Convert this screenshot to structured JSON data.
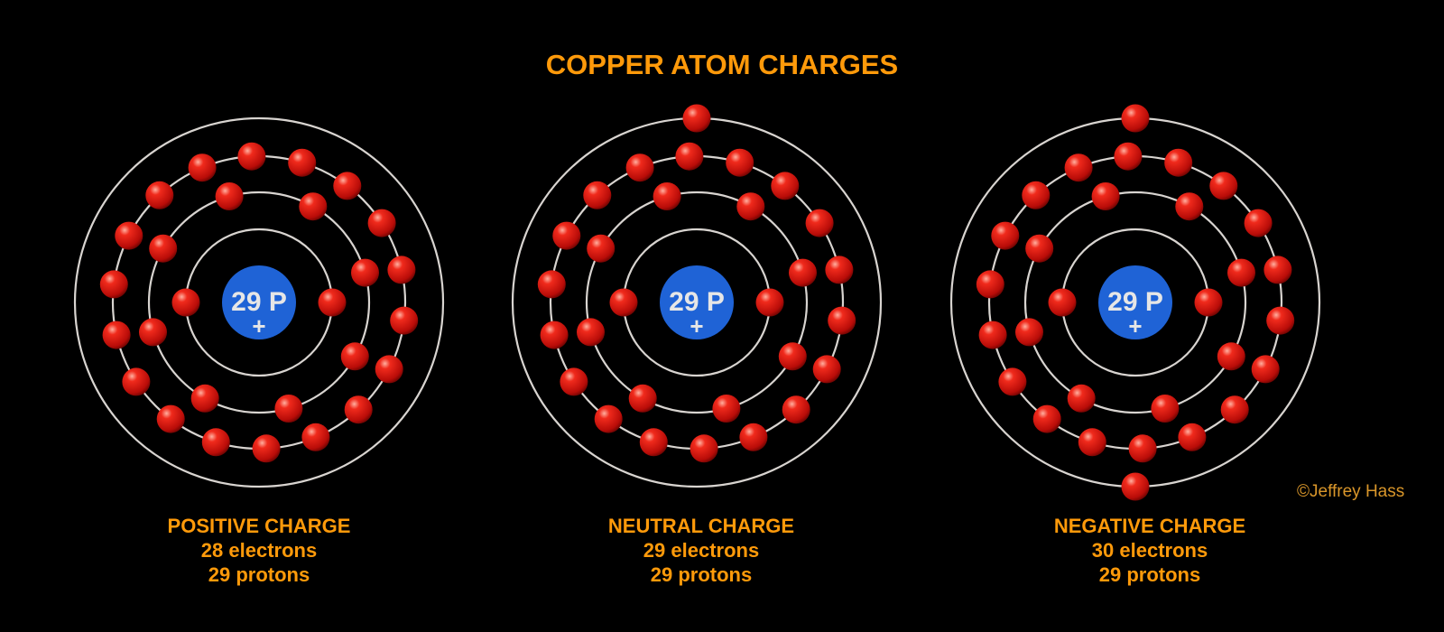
{
  "title": "COPPER ATOM CHARGES",
  "copyright": "©Jeffrey Hass",
  "colors": {
    "accent": "#ff9a0a",
    "nucleus": "#1f63d6",
    "electron": "#e0140f",
    "shell": "#d8d4d0"
  },
  "atoms": [
    {
      "nucleus_label": "29 P",
      "nucleus_sign": "+",
      "charge": "POSITIVE CHARGE",
      "electrons": "28 electrons",
      "protons": "29 protons",
      "shell_electrons": [
        2,
        8,
        18,
        0
      ]
    },
    {
      "nucleus_label": "29 P",
      "nucleus_sign": "+",
      "charge": "NEUTRAL CHARGE",
      "electrons": "29 electrons",
      "protons": "29 protons",
      "shell_electrons": [
        2,
        8,
        18,
        1
      ]
    },
    {
      "nucleus_label": "29 P",
      "nucleus_sign": "+",
      "charge": "NEGATIVE CHARGE",
      "electrons": "30 electrons",
      "protons": "29 protons",
      "shell_electrons": [
        2,
        8,
        18,
        2
      ]
    }
  ]
}
